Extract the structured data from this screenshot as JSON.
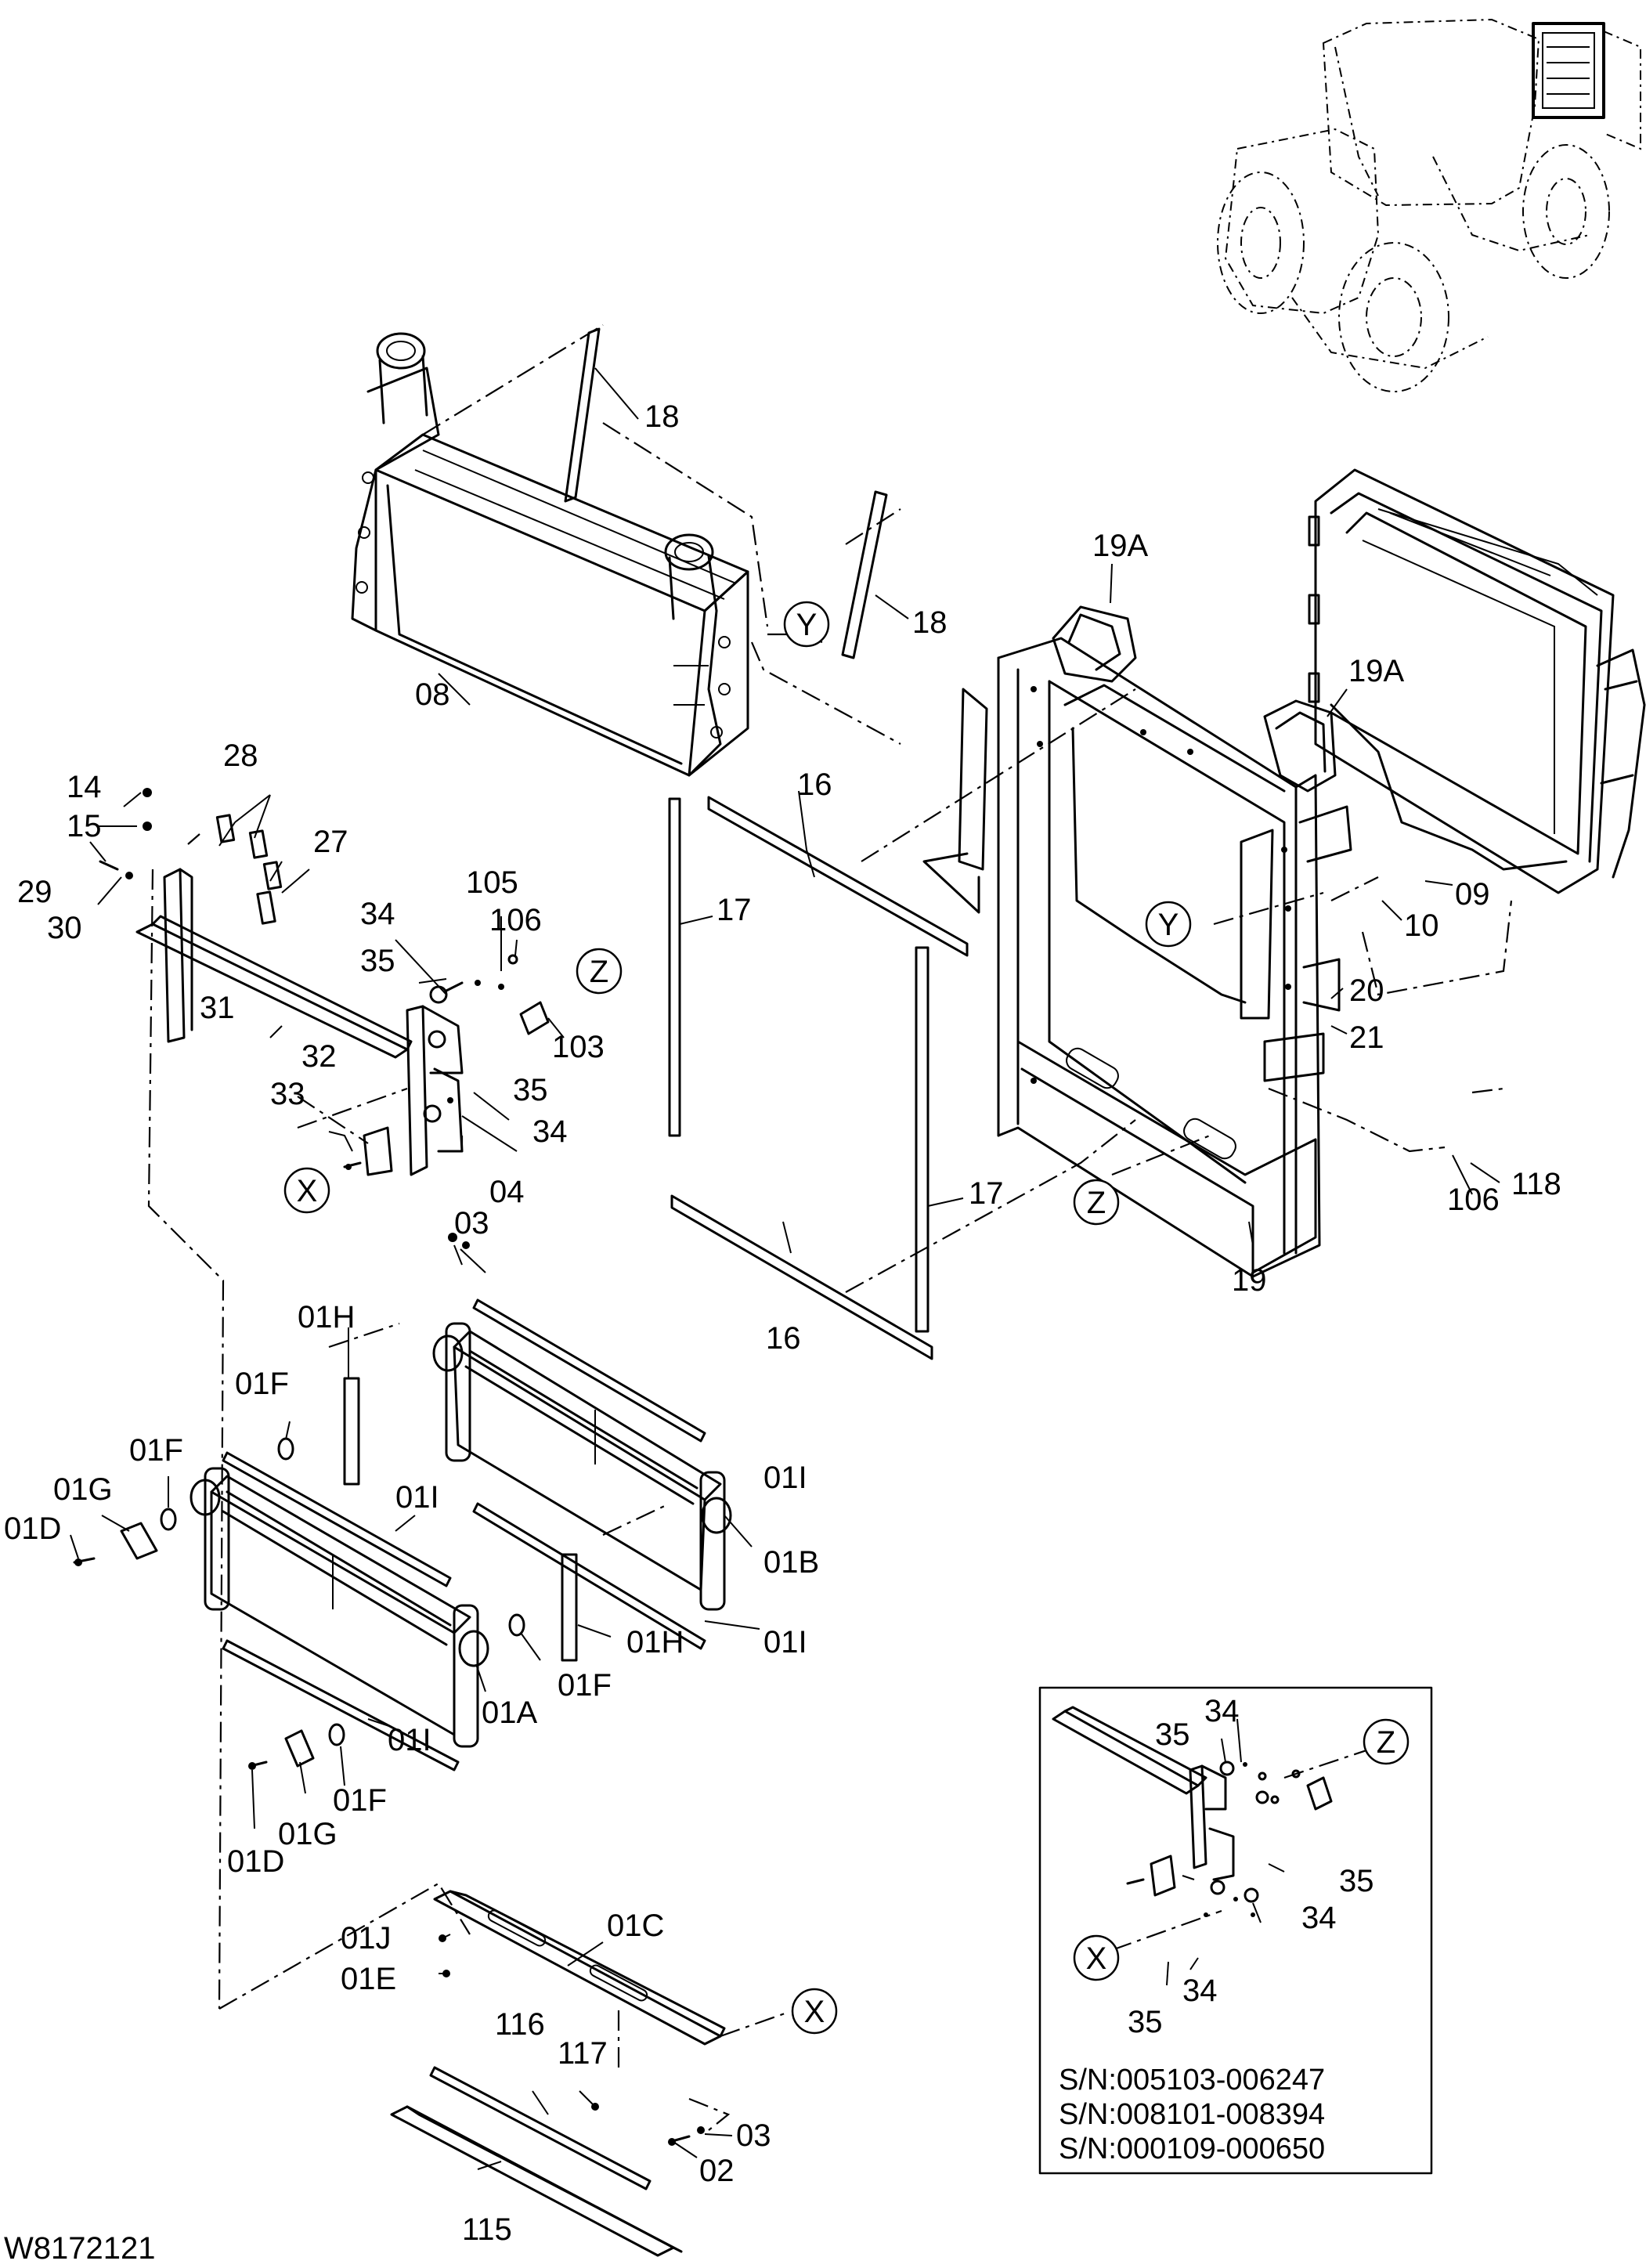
{
  "drawing_code": "W8172121",
  "callouts": {
    "p08": "08",
    "p18a": "18",
    "p18b": "18",
    "p16a": "16",
    "p16b": "16",
    "p17a": "17",
    "p17b": "17",
    "p19": "19",
    "p19Aa": "19A",
    "p19Ab": "19A",
    "p09": "09",
    "p10": "10",
    "p20": "20",
    "p21": "21",
    "p106a": "106",
    "p118": "118",
    "p14": "14",
    "p15": "15",
    "p28": "28",
    "p27": "27",
    "p29": "29",
    "p30": "30",
    "p31": "31",
    "p34a": "34",
    "p35a": "35",
    "p105": "105",
    "p106b": "106",
    "p103": "103",
    "p32": "32",
    "p33": "33",
    "p35b": "35",
    "p34b": "34",
    "p04": "04",
    "p03a": "03",
    "p01H_a": "01H",
    "p01F_a": "01F",
    "p01F_b": "01F",
    "p01G_a": "01G",
    "p01D_a": "01D",
    "p01I_a": "01I",
    "p01I_b": "01I",
    "p01B": "01B",
    "p01I_c": "01I",
    "p01H_b": "01H",
    "p01F_c": "01F",
    "p01A": "01A",
    "p01I_d": "01I",
    "p01F_d": "01F",
    "p01G_b": "01G",
    "p01D_b": "01D",
    "p01C": "01C",
    "p01J": "01J",
    "p01E": "01E",
    "p116": "116",
    "p117": "117",
    "p03b": "03",
    "p02": "02",
    "p115": "115"
  },
  "ref_circles": {
    "Y_top": "Y",
    "Y_frame": "Y",
    "Z_top": "Z",
    "Z_frame": "Z",
    "X_top": "X",
    "X_bottom": "X",
    "Z_inset": "Z",
    "X_inset": "X"
  },
  "inset": {
    "labels": {
      "i35a": "35",
      "i34a": "34",
      "i35b": "35",
      "i34b": "34",
      "i34c": "34",
      "i35c": "35"
    },
    "serial_numbers": [
      "S/N:005103-006247",
      "S/N:008101-008394",
      "S/N:000109-000650"
    ]
  }
}
